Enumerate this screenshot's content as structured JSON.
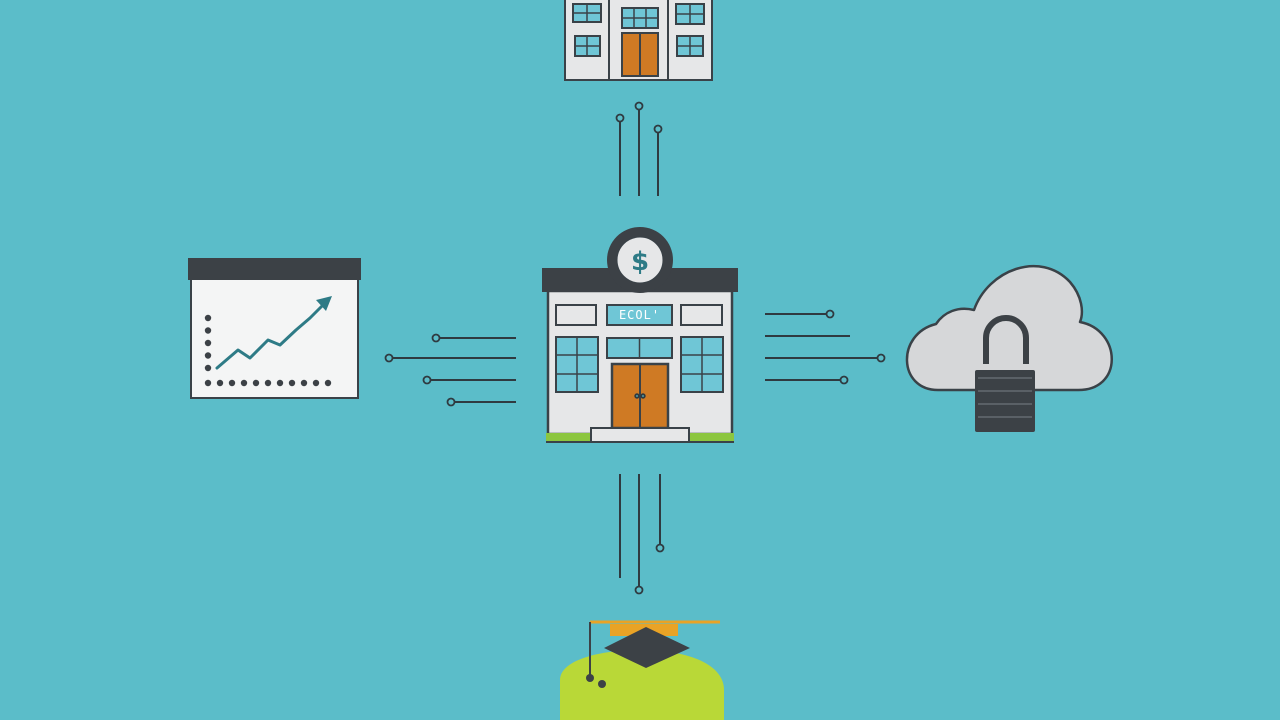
{
  "scene": {
    "background": "#5bbdc9",
    "line_color": "#2f3a40",
    "outline": "#3a4248",
    "dark": "#3c4146",
    "wall": "#e6e7e8",
    "window_fill": "#6fc6d6",
    "door": "#cf7a24",
    "grass": "#8cc63f",
    "cloud_fill": "#d6d7d9",
    "chart_line": "#2e7b86",
    "cap_color": "#3c4146",
    "tassel_color": "#e9a326",
    "piggy_color": "#b9d837"
  },
  "center_bank": {
    "icon": "bank-building-icon",
    "sign_text": "ECOL'",
    "badge_icon": "dollar-coin-icon"
  },
  "nodes": {
    "top": {
      "icon": "office-building-icon"
    },
    "left": {
      "icon": "growth-chart-icon"
    },
    "right": {
      "icon": "cloud-lock-icon"
    },
    "bottom": {
      "icon": "graduation-savings-icon"
    }
  },
  "connectors": {
    "top": "connector-top",
    "left": "connector-left",
    "right": "connector-right",
    "bottom": "connector-bottom"
  }
}
